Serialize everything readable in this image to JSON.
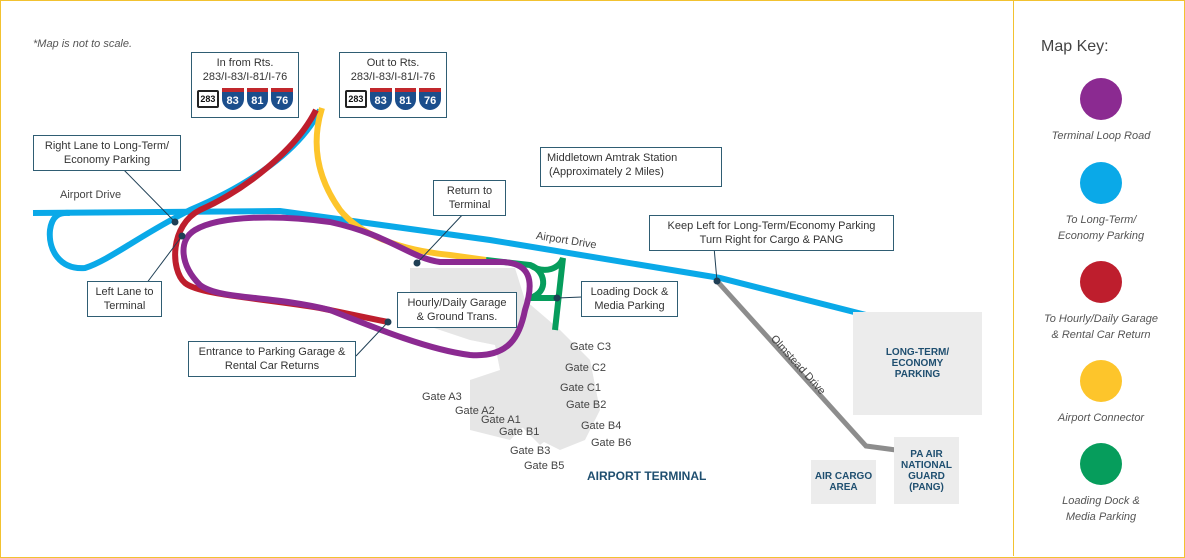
{
  "note": "*Map is not to scale.",
  "signs": {
    "in_from": {
      "line1": "In from Rts.",
      "line2": "283/I-83/I-81/I-76"
    },
    "out_to": {
      "line1": "Out to Rts.",
      "line2": "283/I-83/I-81/I-76"
    },
    "shields": {
      "pa": "283",
      "i83": "83",
      "i81": "81",
      "i76": "76"
    }
  },
  "callouts": {
    "right_lane": {
      "line1": "Right Lane to Long-Term/",
      "line2": "Economy Parking"
    },
    "left_lane": {
      "line1": "Left Lane to",
      "line2": "Terminal"
    },
    "return_terminal": {
      "line1": "Return to",
      "line2": "Terminal"
    },
    "amtrak": {
      "line1": "Middletown Amtrak Station",
      "line2": "(Approximately 2 Miles)"
    },
    "keep_left": {
      "line1": "Keep Left for Long-Term/Economy Parking",
      "line2": "Turn Right for Cargo & PANG"
    },
    "loading_dock": {
      "line1": "Loading Dock &",
      "line2": "Media Parking"
    },
    "hourly_garage": {
      "line1": "Hourly/Daily Garage",
      "line2": "& Ground Trans."
    },
    "entrance_garage": {
      "line1": "Entrance to Parking Garage &",
      "line2": "Rental Car Returns"
    }
  },
  "roads": {
    "airport_drive_1": "Airport Drive",
    "airport_drive_2": "Airport Drive",
    "olmstead": "Olmstead Drive"
  },
  "lots": {
    "long_term": {
      "line1": "LONG-TERM/",
      "line2": "ECONOMY",
      "line3": "PARKING"
    },
    "air_cargo": {
      "line1": "AIR CARGO",
      "line2": "AREA"
    },
    "pang": {
      "line1": "PA AIR",
      "line2": "NATIONAL",
      "line3": "GUARD",
      "line4": "(PANG)"
    }
  },
  "gates": [
    "Gate C3",
    "Gate C2",
    "Gate C1",
    "Gate B2",
    "Gate B4",
    "Gate B6",
    "Gate A3",
    "Gate A2",
    "Gate A1",
    "Gate B1",
    "Gate B3",
    "Gate B5"
  ],
  "terminal_label": "AIRPORT TERMINAL",
  "key": {
    "title": "Map Key:",
    "items": [
      {
        "line1": "Terminal Loop Road",
        "line2": "",
        "color": "#8b2a91"
      },
      {
        "line1": "To Long-Term/",
        "line2": "Economy Parking",
        "color": "#0aa9e8"
      },
      {
        "line1": "To Hourly/Daily Garage",
        "line2": "& Rental Car Return",
        "color": "#be1e2d"
      },
      {
        "line1": "Airport Connector",
        "line2": "",
        "color": "#fdc52b"
      },
      {
        "line1": "Loading Dock &",
        "line2": "Media Parking",
        "color": "#069d5c"
      }
    ]
  }
}
